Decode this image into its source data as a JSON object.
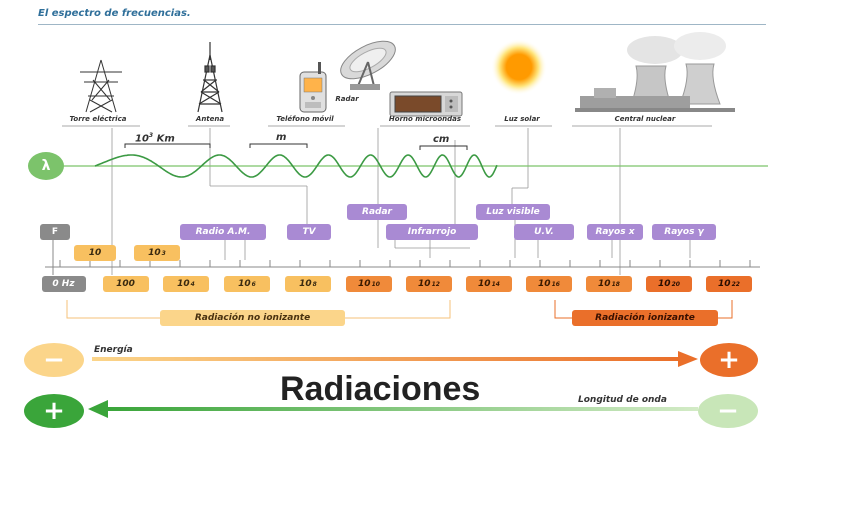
{
  "header": {
    "title": "El espectro de frecuencias."
  },
  "sources": [
    {
      "key": "torre",
      "label": "Torre eléctrica"
    },
    {
      "key": "antena",
      "label": "Antena"
    },
    {
      "key": "radar_icon",
      "label": "Radar"
    },
    {
      "key": "movil",
      "label": "Teléfono móvil"
    },
    {
      "key": "horno",
      "label": "Horno microondas"
    },
    {
      "key": "sol",
      "label": "Luz solar"
    },
    {
      "key": "nuclear",
      "label": "Central nuclear"
    }
  ],
  "wave": {
    "lambda_symbol": "λ",
    "scale_labels": [
      {
        "base": "10",
        "exp": "3",
        "suffix": " Km"
      },
      {
        "base": "m",
        "exp": "",
        "suffix": ""
      },
      {
        "base": "cm",
        "exp": "",
        "suffix": ""
      }
    ]
  },
  "bands": {
    "f_label": "F",
    "items": [
      "Radio A.M.",
      "TV",
      "Radar",
      "Infrarrojo",
      "Luz visible",
      "U.V.",
      "Rayos x",
      "Rayos γ"
    ]
  },
  "frequencies": {
    "upper": [
      {
        "base": "10",
        "exp": ""
      },
      {
        "base": "10",
        "exp": "3"
      }
    ],
    "main": [
      {
        "base": "0 Hz",
        "exp": ""
      },
      {
        "base": "100",
        "exp": ""
      },
      {
        "base": "10",
        "exp": "4"
      },
      {
        "base": "10",
        "exp": "6"
      },
      {
        "base": "10",
        "exp": "8"
      },
      {
        "base": "10",
        "exp": "10"
      },
      {
        "base": "10",
        "exp": "12"
      },
      {
        "base": "10",
        "exp": "14"
      },
      {
        "base": "10",
        "exp": "16"
      },
      {
        "base": "10",
        "exp": "18"
      },
      {
        "base": "10",
        "exp": "20"
      },
      {
        "base": "10",
        "exp": "22"
      }
    ]
  },
  "radiation": {
    "non_ionizing": "Radiación no ionizante",
    "ionizing": "Radiación ionizante"
  },
  "energy_axis": {
    "label": "Energía",
    "minus": "−",
    "plus": "+"
  },
  "wavelength_axis": {
    "label": "Longitud de onda",
    "plus": "+",
    "minus": "−"
  },
  "title": "Radiaciones",
  "colors": {
    "purple": "#a98ad3",
    "light_orange": "#f8c060",
    "orange": "#f08a3a",
    "dark_orange": "#ea6f2a",
    "green": "#5ab54a",
    "light_green": "#c8e6b8",
    "wave_green": "#3c9a44"
  }
}
